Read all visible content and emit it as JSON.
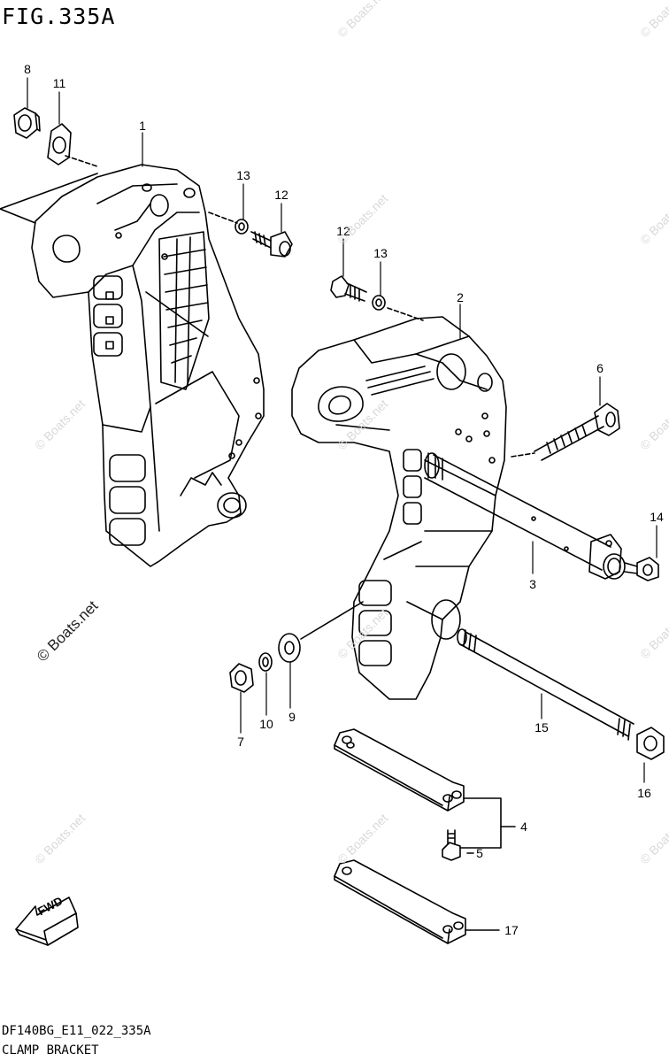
{
  "figure": {
    "title": "FIG.335A",
    "code": "DF140BG_E11_022_335A",
    "name": "CLAMP BRACKET"
  },
  "watermark": "© Boats.net",
  "direction_marker": "FWD",
  "callouts": {
    "c1": "1",
    "c2": "2",
    "c3": "3",
    "c4": "4",
    "c5": "5",
    "c6": "6",
    "c7": "7",
    "c8": "8",
    "c9": "9",
    "c10": "10",
    "c11": "11",
    "c12a": "12",
    "c12b": "12",
    "c13a": "13",
    "c13b": "13",
    "c14": "14",
    "c15": "15",
    "c16": "16",
    "c17": "17"
  },
  "colors": {
    "ink": "#000000",
    "watermark": "#d9d9d9",
    "background": "#ffffff"
  }
}
